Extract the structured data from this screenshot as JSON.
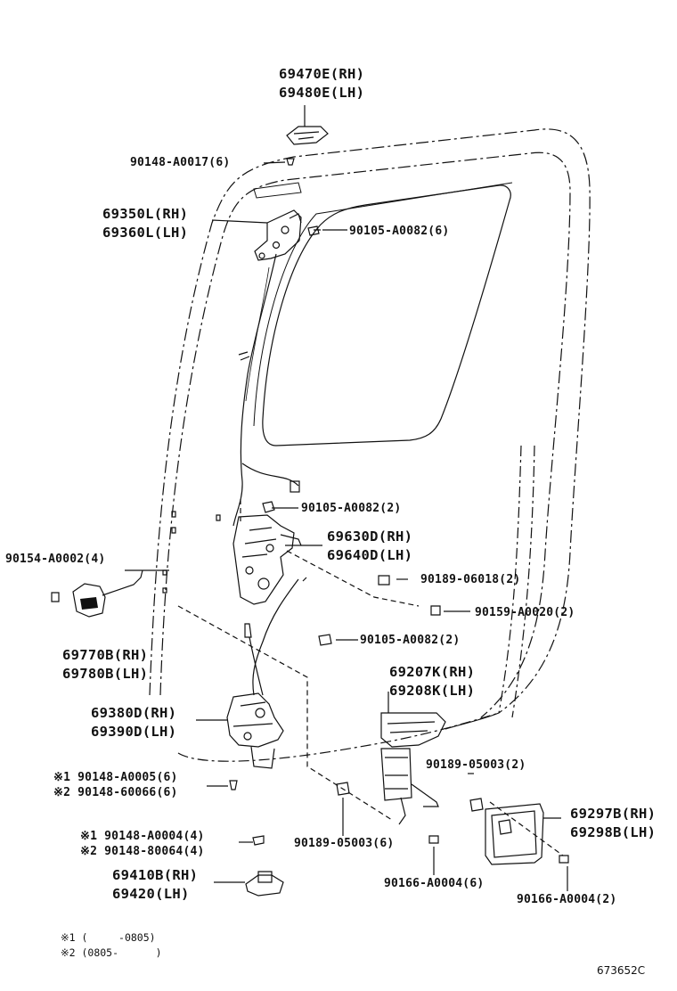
{
  "labels": {
    "p69470": "69470E(RH)",
    "p69480": "69480E(LH)",
    "b90148_0017": "90148-A0017(6)",
    "p69350": "69350L(RH)",
    "p69360": "69360L(LH)",
    "b90105_top": "90105-A0082(6)",
    "b90105_mid": "90105-A0082(2)",
    "p69630": "69630D(RH)",
    "p69640": "69640D(LH)",
    "b90154": "90154-A0002(4)",
    "b90189_06018": "90189-06018(2)",
    "b90159": "90159-A0020(2)",
    "p69770": "69770B(RH)",
    "p69780": "69780B(LH)",
    "b90105_low": "90105-A0082(2)",
    "p69207": "69207K(RH)",
    "p69208": "69208K(LH)",
    "p69380": "69380D(RH)",
    "p69390": "69390D(LH)",
    "b90189_05003_r": "90189-05003(2)",
    "b90148_0005": "※1 90148-A0005(6)",
    "b90148_60066": "※2 90148-60066(6)",
    "p69297": "69297B(RH)",
    "p69298": "69298B(LH)",
    "b90148_0004": "※1 90148-A0004(4)",
    "b90148_80064": "※2 90148-80064(4)",
    "b90189_05003_l": "90189-05003(6)",
    "p69410": "69410B(RH)",
    "p69420": "69420(LH)",
    "b90166_l": "90166-A0004(6)",
    "b90166_r": "90166-A0004(2)"
  },
  "notes": {
    "n1": "※1 (     -0805)",
    "n2": "※2 (0805-      )"
  },
  "reference": "673652C"
}
